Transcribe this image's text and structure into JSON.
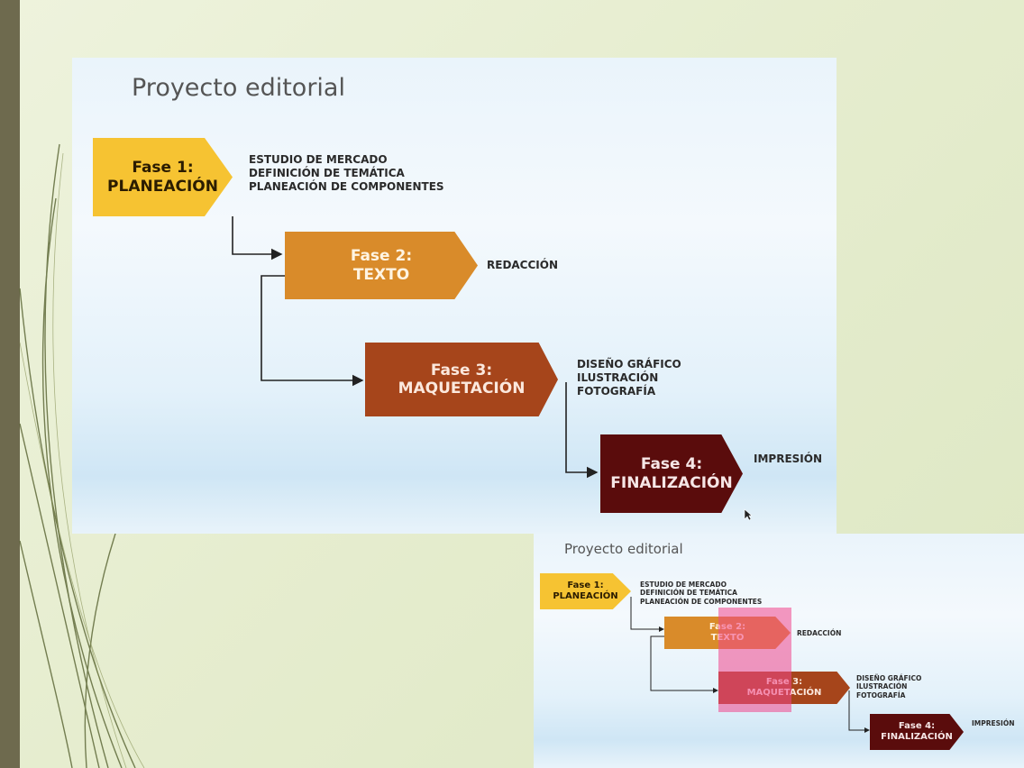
{
  "main": {
    "title": "Proyecto editorial",
    "phases": [
      {
        "line1": "Fase 1:",
        "line2": "PLANEACIÓN"
      },
      {
        "line1": "Fase 2:",
        "line2": "TEXTO"
      },
      {
        "line1": "Fase 3:",
        "line2": "MAQUETACIÓN"
      },
      {
        "line1": "Fase 4:",
        "line2": "FINALIZACIÓN"
      }
    ],
    "descriptions": [
      [
        "ESTUDIO DE MERCADO",
        "DEFINICIÓN DE TEMÁTICA",
        "PLANEACIÓN DE COMPONENTES"
      ],
      [
        "REDACCIÓN"
      ],
      [
        "DISEÑO GRÁFICO",
        "ILUSTRACIÓN",
        "FOTOGRAFÍA"
      ],
      [
        "IMPRESIÓN"
      ]
    ]
  },
  "thumbnail": {
    "title": "Proyecto editorial",
    "phases": [
      {
        "line1": "Fase 1:",
        "line2": "PLANEACIÓN"
      },
      {
        "line1": "Fase 2:",
        "line2": "TEXTO"
      },
      {
        "line1": "Fase 3:",
        "line2": "MAQUETACIÓN"
      },
      {
        "line1": "Fase 4:",
        "line2": "FINALIZACIÓN"
      }
    ],
    "descriptions": [
      [
        "ESTUDIO DE MERCADO",
        "DEFINICIÓN DE TEMÁTICA",
        "PLANEACIÓN DE COMPONENTES"
      ],
      [
        "REDACCIÓN"
      ],
      [
        "DISEÑO GRÁFICO",
        "ILUSTRACIÓN",
        "FOTOGRAFÍA"
      ],
      [
        "IMPRESIÓN"
      ]
    ],
    "highlight_color": "#f0468c"
  },
  "colors": {
    "phase1": "#f6c332",
    "phase2": "#d98b2a",
    "phase3": "#a6451b",
    "phase4": "#5a0c0c",
    "slide_background": "#e6edcf",
    "side_bar": "#6e6a4e"
  },
  "icons": {
    "cursor": "mouse-pointer-icon"
  }
}
